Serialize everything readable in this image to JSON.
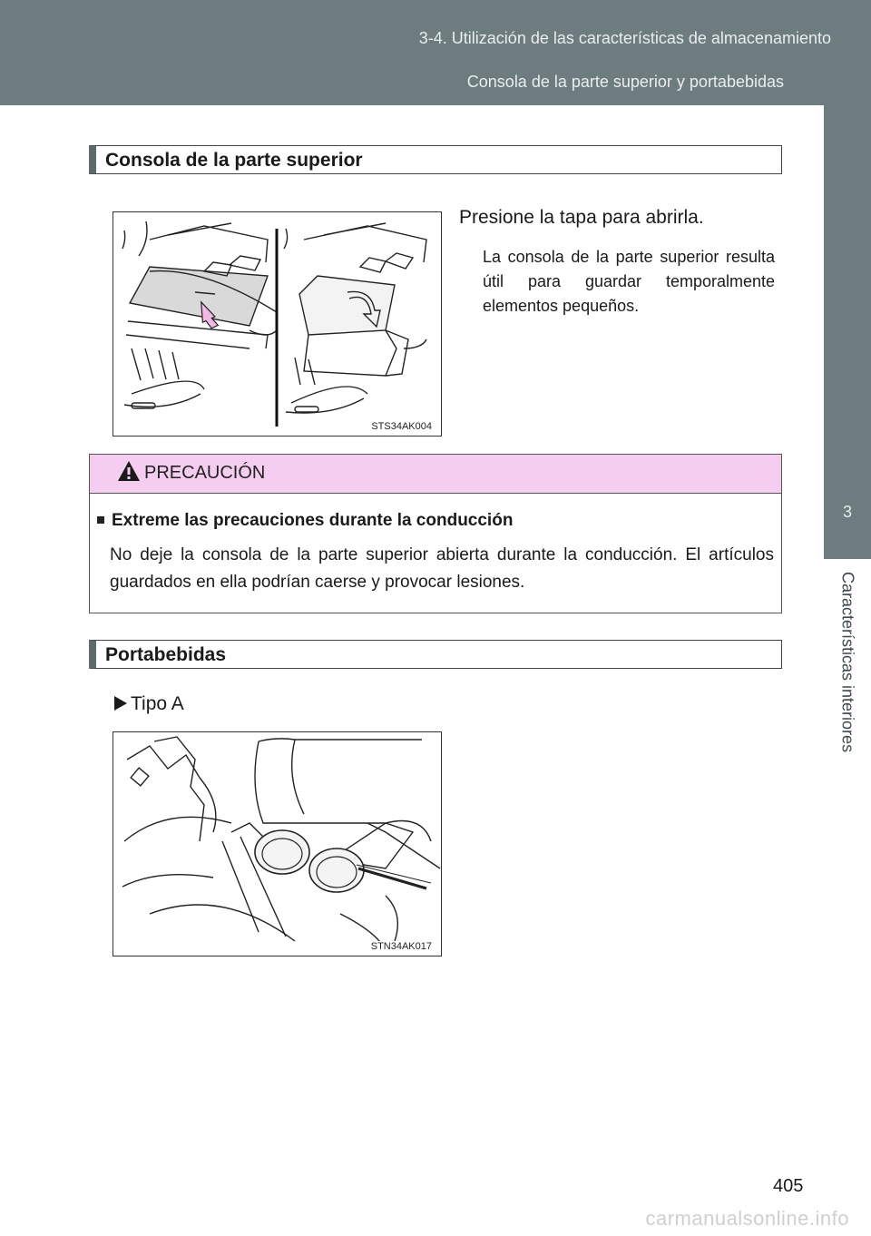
{
  "header": {
    "chapter": "3-4. Utilización de las características de almacenamiento",
    "section": "Consola de la parte superior y portabebidas"
  },
  "side_tab": {
    "number": "3",
    "label": "Características interiores"
  },
  "section1": {
    "title": "Consola de la parte superior",
    "figure_code": "STS34AK004",
    "lead": "Presione la tapa para abrirla.",
    "body": "La consola de la parte superior resulta útil para guardar temporalmente elementos pequeños."
  },
  "caution": {
    "title": "PRECAUCIÓN",
    "subtitle": "Extreme las precauciones durante la conducción",
    "text": "No deje la consola de la parte superior abierta durante la conducción. El artículos guardados en ella podrían caerse y provocar lesiones."
  },
  "section2": {
    "title": "Portabebidas",
    "type_label": "Tipo A",
    "figure_code": "STN34AK017"
  },
  "page_number": "405",
  "watermark": "carmanualsonline.info",
  "colors": {
    "header_bg": "#6d7d7f",
    "caution_bg": "#f5cdf1"
  }
}
